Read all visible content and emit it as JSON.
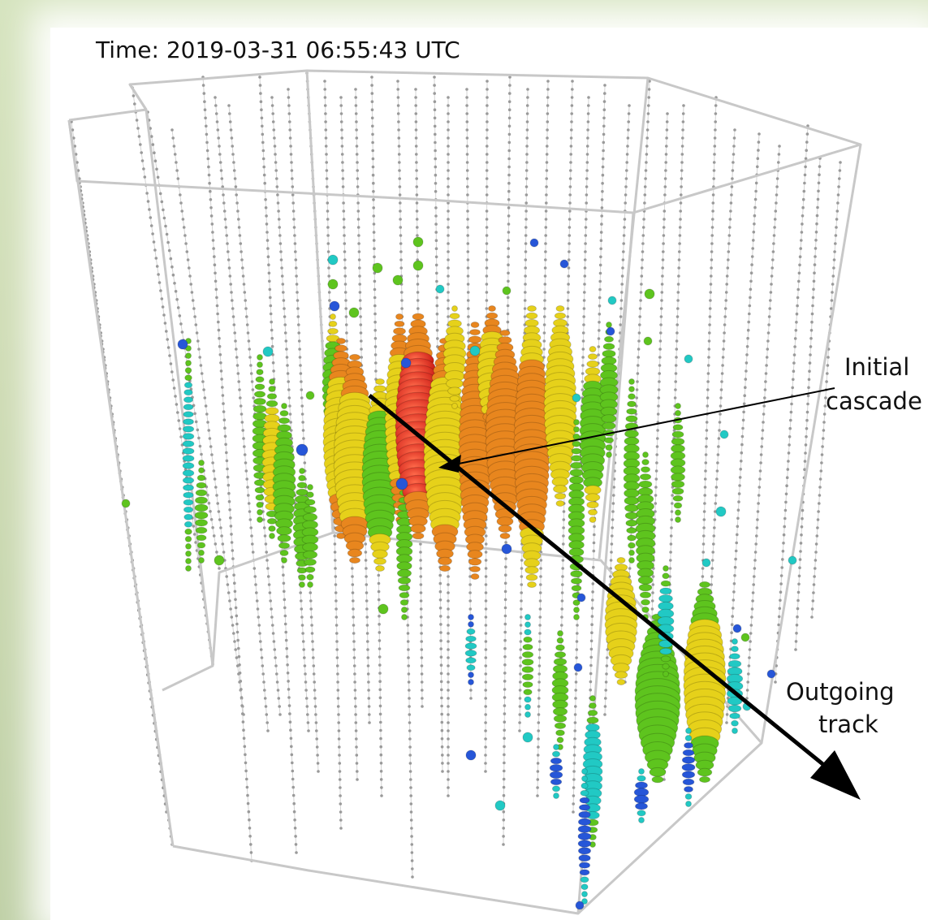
{
  "event": {
    "time_text": "Time: 2019-03-31 06:55:43 UTC"
  },
  "annotations": {
    "cascade_line1": "Initial",
    "cascade_line2": "cascade",
    "track_line1": "Outgoing",
    "track_line2": "track"
  },
  "colors": {
    "background_frame": "#cfdcb5",
    "panel": "#ffffff",
    "detector_outline": "#c8c8c8",
    "dom_unlit": "#9a9a9a",
    "arrow": "#000000",
    "hit_red": "#e8221b",
    "hit_orange": "#e8861e",
    "hit_yellow": "#e6d11a",
    "hit_green": "#5ec41e",
    "hit_cyan": "#21c9c4",
    "hit_blue": "#2656d8"
  }
}
